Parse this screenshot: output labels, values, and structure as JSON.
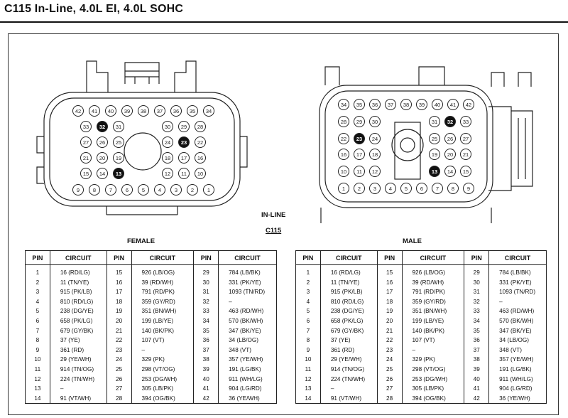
{
  "title": "C115  In-Line, 4.0L EI, 4.0L SOHC",
  "labels": {
    "inline": "IN-LINE",
    "connector_id": "C115",
    "female": "FEMALE",
    "male": "MALE"
  },
  "table_headers": {
    "pin": "PIN",
    "circuit": "CIRCUIT"
  },
  "female_rows": [
    {
      "p1": "1",
      "c1": "16 (RD/LG)",
      "p2": "15",
      "c2": "926 (LB/OG)",
      "p3": "29",
      "c3": "784 (LB/BK)"
    },
    {
      "p1": "2",
      "c1": "11 (TN/YE)",
      "p2": "16",
      "c2": "39 (RD/WH)",
      "p3": "30",
      "c3": "331 (PK/YE)"
    },
    {
      "p1": "3",
      "c1": "915 (PK/LB)",
      "p2": "17",
      "c2": "791 (RD/PK)",
      "p3": "31",
      "c3": "1093 (TN/RD)"
    },
    {
      "p1": "4",
      "c1": "810 (RD/LG)",
      "p2": "18",
      "c2": "359 (GY/RD)",
      "p3": "32",
      "c3": "–"
    },
    {
      "p1": "5",
      "c1": "238 (DG/YE)",
      "p2": "19",
      "c2": "351 (BN/WH)",
      "p3": "33",
      "c3": "463 (RD/WH)"
    },
    {
      "p1": "6",
      "c1": "658 (PK/LG)",
      "p2": "20",
      "c2": "199 (LB/YE)",
      "p3": "34",
      "c3": "570 (BK/WH)"
    },
    {
      "p1": "7",
      "c1": "679 (GY/BK)",
      "p2": "21",
      "c2": "140 (BK/PK)",
      "p3": "35",
      "c3": "347 (BK/YE)"
    },
    {
      "p1": "8",
      "c1": "37 (YE)",
      "p2": "22",
      "c2": "107 (VT)",
      "p3": "36",
      "c3": "34 (LB/OG)"
    },
    {
      "p1": "9",
      "c1": "361 (RD)",
      "p2": "23",
      "c2": "–",
      "p3": "37",
      "c3": "348 (VT)"
    },
    {
      "p1": "10",
      "c1": "29 (YE/WH)",
      "p2": "24",
      "c2": "329 (PK)",
      "p3": "38",
      "c3": "357 (YE/WH)"
    },
    {
      "p1": "11",
      "c1": "914 (TN/OG)",
      "p2": "25",
      "c2": "298 (VT/OG)",
      "p3": "39",
      "c3": "191 (LG/BK)"
    },
    {
      "p1": "12",
      "c1": "224 (TN/WH)",
      "p2": "26",
      "c2": "253 (DG/WH)",
      "p3": "40",
      "c3": "911 (WH/LG)"
    },
    {
      "p1": "13",
      "c1": "–",
      "p2": "27",
      "c2": "305 (LB/PK)",
      "p3": "41",
      "c3": "904 (LG/RD)"
    },
    {
      "p1": "14",
      "c1": "91 (VT/WH)",
      "p2": "28",
      "c2": "394 (OG/BK)",
      "p3": "42",
      "c3": "36 (YE/WH)"
    }
  ],
  "male_rows": [
    {
      "p1": "1",
      "c1": "16 (RD/LG)",
      "p2": "15",
      "c2": "926 (LB/OG)",
      "p3": "29",
      "c3": "784 (LB/BK)"
    },
    {
      "p1": "2",
      "c1": "11 (TN/YE)",
      "p2": "16",
      "c2": "39 (RD/WH)",
      "p3": "30",
      "c3": "331 (PK/YE)"
    },
    {
      "p1": "3",
      "c1": "915 (PK/LB)",
      "p2": "17",
      "c2": "791 (RD/PK)",
      "p3": "31",
      "c3": "1093 (TN/RD)"
    },
    {
      "p1": "4",
      "c1": "810 (RD/LG)",
      "p2": "18",
      "c2": "359 (GY/RD)",
      "p3": "32",
      "c3": "–"
    },
    {
      "p1": "5",
      "c1": "238 (DG/YE)",
      "p2": "19",
      "c2": "351 (BN/WH)",
      "p3": "33",
      "c3": "463 (RD/WH)"
    },
    {
      "p1": "6",
      "c1": "658 (PK/LG)",
      "p2": "20",
      "c2": "199 (LB/YE)",
      "p3": "34",
      "c3": "570 (BK/WH)"
    },
    {
      "p1": "7",
      "c1": "679 (GY/BK)",
      "p2": "21",
      "c2": "140 (BK/PK)",
      "p3": "35",
      "c3": "347 (BK/YE)"
    },
    {
      "p1": "8",
      "c1": "37 (YE)",
      "p2": "22",
      "c2": "107 (VT)",
      "p3": "36",
      "c3": "34 (LB/OG)"
    },
    {
      "p1": "9",
      "c1": "361 (RD)",
      "p2": "23",
      "c2": "–",
      "p3": "37",
      "c3": "348 (VT)"
    },
    {
      "p1": "10",
      "c1": "29 (YE/WH)",
      "p2": "24",
      "c2": "329 (PK)",
      "p3": "38",
      "c3": "357 (YE/WH)"
    },
    {
      "p1": "11",
      "c1": "914 (TN/OG)",
      "p2": "25",
      "c2": "298 (VT/OG)",
      "p3": "39",
      "c3": "191 (LG/BK)"
    },
    {
      "p1": "12",
      "c1": "224 (TN/WH)",
      "p2": "26",
      "c2": "253 (DG/WH)",
      "p3": "40",
      "c3": "911 (WH/LG)"
    },
    {
      "p1": "13",
      "c1": "–",
      "p2": "27",
      "c2": "305 (LB/PK)",
      "p3": "41",
      "c3": "904 (LG/RD)"
    },
    {
      "p1": "14",
      "c1": "91 (VT/WH)",
      "p2": "28",
      "c2": "394 (OG/BK)",
      "p3": "42",
      "c3": "36 (YE/WH)"
    }
  ],
  "female_pin_rows": [
    [
      "42",
      "41",
      "40",
      "39",
      "38",
      "37",
      "36",
      "35",
      "34"
    ],
    [
      "33",
      "32",
      "31",
      "",
      "",
      "30",
      "29",
      "28"
    ],
    [
      "27",
      "26",
      "25",
      "",
      "",
      "24",
      "23",
      "22"
    ],
    [
      "21",
      "20",
      "19",
      "",
      "",
      "18",
      "17",
      "16"
    ],
    [
      "15",
      "14",
      "13",
      "",
      "",
      "12",
      "11",
      "10"
    ],
    [
      "9",
      "8",
      "7",
      "6",
      "5",
      "4",
      "3",
      "2",
      "1"
    ]
  ],
  "male_pin_rows": [
    [
      "34",
      "35",
      "36",
      "37",
      "38",
      "39",
      "40",
      "41",
      "42"
    ],
    [
      "28",
      "29",
      "30",
      "",
      "",
      "31",
      "32",
      "33"
    ],
    [
      "22",
      "23",
      "24",
      "",
      "",
      "25",
      "26",
      "27"
    ],
    [
      "16",
      "17",
      "18",
      "",
      "",
      "19",
      "20",
      "21"
    ],
    [
      "10",
      "11",
      "12",
      "",
      "",
      "13",
      "14",
      "15"
    ],
    [
      "1",
      "2",
      "3",
      "4",
      "5",
      "6",
      "7",
      "8",
      "9"
    ]
  ],
  "filled_pins": [
    "13",
    "23",
    "32"
  ]
}
